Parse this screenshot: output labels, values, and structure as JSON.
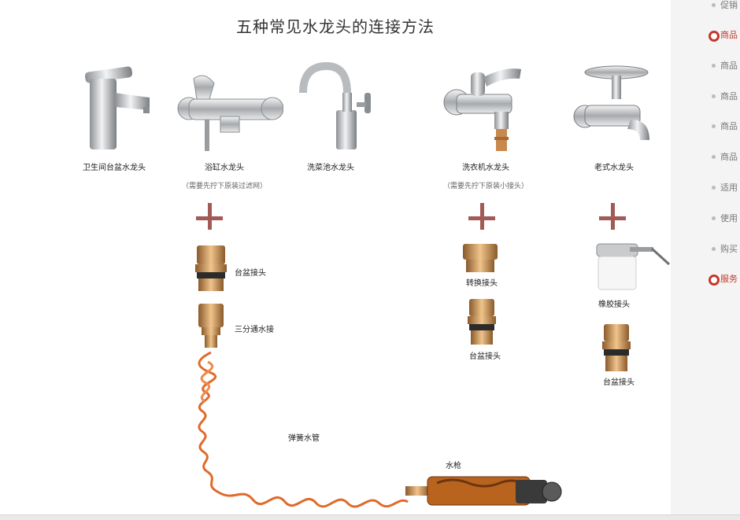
{
  "title": "五种常见水龙头的连接方法",
  "faucets": [
    {
      "label": "卫生间台盆水龙头",
      "note": ""
    },
    {
      "label": "浴缸水龙头",
      "note": "（需要先拧下原装过滤网）"
    },
    {
      "label": "洗菜池水龙头",
      "note": ""
    },
    {
      "label": "洗衣机水龙头",
      "note": "（需要先拧下原装小接头）"
    },
    {
      "label": "老式水龙头",
      "note": ""
    }
  ],
  "parts": {
    "col1_basin": "台盆接头",
    "col1_three_way": "三分通水接",
    "col4_convert": "转换接头",
    "col4_basin": "台盆接头",
    "col5_rubber": "橡胶接头",
    "col5_basin": "台盆接头",
    "hose": "弹簧水管",
    "gun": "水枪"
  },
  "sidebar": {
    "items": [
      {
        "label": "促销",
        "active": false
      },
      {
        "label": "商品",
        "active": true
      },
      {
        "label": "商品",
        "active": false
      },
      {
        "label": "商品",
        "active": false
      },
      {
        "label": "商品",
        "active": false
      },
      {
        "label": "商品",
        "active": false
      },
      {
        "label": "适用",
        "active": false
      },
      {
        "label": "使用",
        "active": false
      },
      {
        "label": "购买",
        "active": false
      },
      {
        "label": "服务",
        "active": true
      }
    ]
  },
  "colors": {
    "plus": "#a25a56",
    "accent": "#c0392b",
    "hose": "#e06a2a",
    "brass": "#c8894e"
  }
}
